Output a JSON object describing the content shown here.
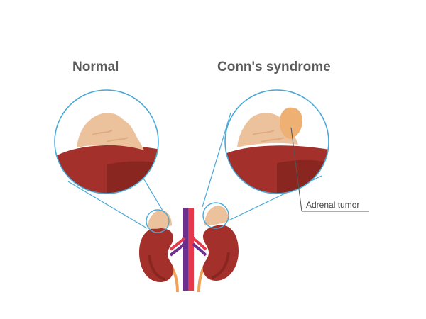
{
  "headings": {
    "normal": "Normal",
    "conn": "Conn's syndrome"
  },
  "callout": {
    "tumor_label": "Adrenal tumor"
  },
  "colors": {
    "magnifier_ring": "#48a9d6",
    "kidney": "#a3302a",
    "kidney_dark": "#8a2620",
    "adrenal": "#ecc29c",
    "adrenal_shade": "#e0ab80",
    "tumor": "#efb074",
    "artery": "#e3394a",
    "vein": "#6b2f8e",
    "ureter": "#f0a25a",
    "heading_text": "#5b5b5b"
  }
}
